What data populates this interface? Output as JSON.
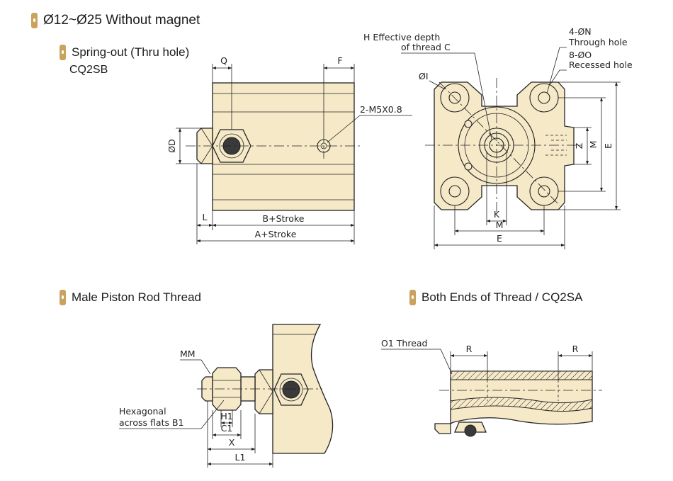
{
  "headings": {
    "main": "Ø12~Ø25 Without magnet",
    "spring_out": "Spring-out (Thru hole)",
    "spring_out_model": "CQ2SB",
    "male_rod": "Male Piston Rod Thread",
    "both_ends": "Both Ends of Thread / CQ2SA"
  },
  "colors": {
    "body_fill": "#f5e9c8",
    "bullet": "#c9a35e",
    "line": "#222222"
  },
  "side_view": {
    "label_q": "Q",
    "label_f": "F",
    "label_port": "2-M5X0.8",
    "label_d": "ØD",
    "label_l": "L",
    "label_b_stroke": "B+Stroke",
    "label_a_stroke": "A+Stroke"
  },
  "end_view": {
    "label_h": "H Effective depth",
    "label_h2": "of thread C",
    "label_n": "4-ØN",
    "label_n2": "Through hole",
    "label_o": "8-ØO",
    "label_o2": "Recessed hole",
    "label_i": "ØI",
    "label_z": "Z",
    "label_m_right": "M",
    "label_e_right": "E",
    "label_k": "K",
    "label_m_bottom": "M",
    "label_e_bottom": "E"
  },
  "male_rod_view": {
    "label_mm": "MM",
    "label_hex": "Hexagonal",
    "label_hex2": "across flats B1",
    "label_h1": "H1",
    "label_c1": "C1",
    "label_x": "X",
    "label_l1": "L1"
  },
  "both_ends_view": {
    "label_o1": "O1 Thread",
    "label_r_left": "R",
    "label_r_right": "R"
  }
}
